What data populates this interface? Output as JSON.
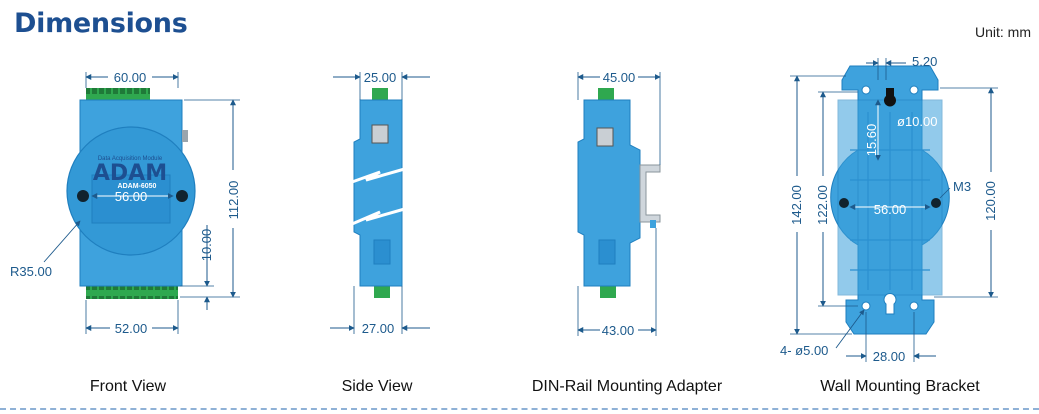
{
  "header": {
    "title": "Dimensions",
    "unit": "Unit: mm"
  },
  "views": {
    "front": {
      "caption": "Front View",
      "top_width": "60.00",
      "bottom_width": "52.00",
      "height": "112.00",
      "small_height": "10.00",
      "radius": "R35.00",
      "hole_spacing": "56.00",
      "logo": "ADAM",
      "module_title": "Data Acquisition Module",
      "model": "ADAM-6050"
    },
    "side": {
      "caption": "Side View",
      "top_width": "25.00",
      "bottom_width": "27.00"
    },
    "din": {
      "caption": "DIN-Rail Mounting Adapter",
      "top_width": "45.00",
      "bottom_width": "43.00"
    },
    "wall": {
      "caption": "Wall Mounting Bracket",
      "slot_width": "5.20",
      "slot_depth": "15.60",
      "slot_dia": "ø10.00",
      "screw": "M3",
      "hole_spacing": "56.00",
      "total_height": "142.00",
      "inner_height": "122.00",
      "right_height": "120.00",
      "hole_callout": "4- ø5.00",
      "bottom_hole_spacing": "28.00"
    }
  },
  "colors": {
    "accent": "#1d4f91",
    "body": "#3ea2dd",
    "body_dark": "#1f7fbf",
    "terminal": "#2fa84f",
    "dim_line": "#1d5a8c"
  }
}
